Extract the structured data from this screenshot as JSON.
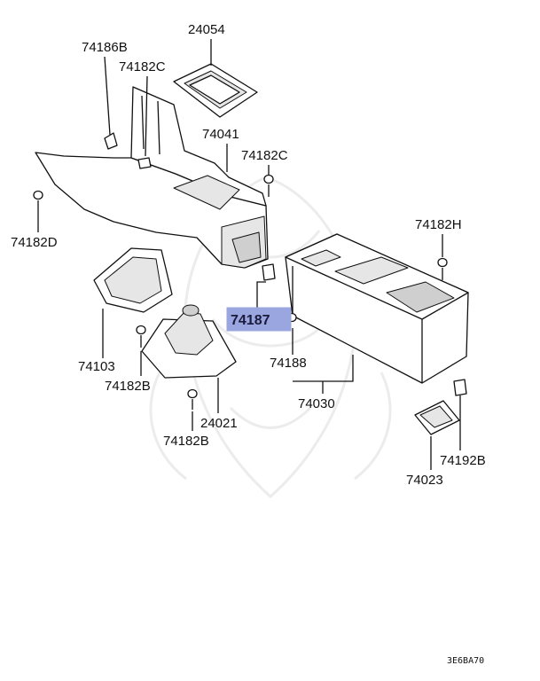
{
  "diagram_code": "3E6BA70",
  "highlight_color": "#9aa6df",
  "parts": {
    "p24054": "24054",
    "p74186B": "74186B",
    "p74182C_top": "74182C",
    "p74041": "74041",
    "p74182C_right": "74182C",
    "p74182D": "74182D",
    "p74182H": "74182H",
    "p74187": "74187",
    "p74188": "74188",
    "p74030": "74030",
    "p74103": "74103",
    "p74182B_left": "74182B",
    "p24021": "24021",
    "p74182B_bottom": "74182B",
    "p74192B": "74192B",
    "p74023": "74023"
  }
}
